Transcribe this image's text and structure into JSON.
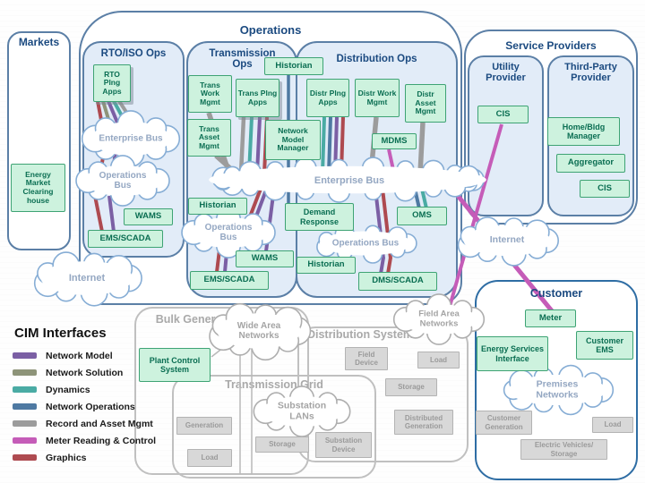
{
  "containers": {
    "markets": "Markets",
    "operations": "Operations",
    "rto_iso_ops": "RTO/ISO Ops",
    "transmission_ops": "Transmission Ops",
    "distribution_ops": "Distribution Ops",
    "service_providers": "Service Providers",
    "utility_provider": "Utility Provider",
    "third_party_provider": "Third-Party Provider",
    "customer": "Customer",
    "bulk_generation": "Bulk Generation",
    "transmission_grid": "Transmission Grid",
    "distribution_system": "Distribution System"
  },
  "apps": {
    "rto_plng_apps": "RTO Plng Apps",
    "energy_market_clearinghouse": "Energy Market Clearing house",
    "trans_work_mgmt": "Trans Work Mgmt",
    "trans_plng_apps": "Trans Plng Apps",
    "trans_asset_mgmt": "Trans Asset Mgmt",
    "network_model_manager": "Network Model Manager",
    "historian_top": "Historian",
    "historian_transmission": "Historian",
    "historian_distribution": "Historian",
    "distr_plng_apps": "Distr Plng Apps",
    "distr_work_mgmt": "Distr Work Mgmt",
    "distr_asset_mgmt": "Distr Asset Mgmt",
    "mdms": "MDMS",
    "wams_rto": "WAMS",
    "wams_transmission": "WAMS",
    "ems_scada_rto": "EMS/SCADA",
    "ems_scada_transmission": "EMS/SCADA",
    "dms_scada": "DMS/SCADA",
    "demand_response": "Demand Response",
    "oms": "OMS",
    "cis_utility": "CIS",
    "home_bldg_manager": "Home/Bldg Manager",
    "aggregator": "Aggregator",
    "cis_third_party": "CIS",
    "meter": "Meter",
    "customer_ems": "Customer EMS",
    "energy_services_interface": "Energy Services Interface",
    "plant_control_system": "Plant Control System"
  },
  "devices": {
    "field_device": "Field Device",
    "load_distribution": "Load",
    "storage_distribution": "Storage",
    "distributed_generation": "Distributed Generation",
    "generation": "Generation",
    "storage_transmission": "Storage",
    "load_transmission": "Load",
    "substation_device": "Substation Device",
    "customer_generation": "Customer Generation",
    "load_customer": "Load",
    "electric_vehicles_storage": "Electric Vehicles/ Storage"
  },
  "clouds": {
    "enterprise_bus_rto": "Enterprise Bus",
    "operations_bus_rto": "Operations Bus",
    "enterprise_bus_main": "Enterprise Bus",
    "operations_bus_transmission": "Operations Bus",
    "operations_bus_distribution": "Operations Bus",
    "internet_left": "Internet",
    "internet_right": "Internet",
    "wide_area_networks": "Wide Area Networks",
    "field_area_networks": "Field Area Networks",
    "substation_lans": "Substation LANs",
    "premises_networks": "Premises Networks"
  },
  "legend": {
    "title": "CIM Interfaces",
    "items": [
      {
        "label": "Network Model",
        "color": "#7b5fa4"
      },
      {
        "label": "Network Solution",
        "color": "#8e9479"
      },
      {
        "label": "Dynamics",
        "color": "#4aaba4"
      },
      {
        "label": "Network Operations",
        "color": "#4e79a2"
      },
      {
        "label": "Record and Asset Mgmt",
        "color": "#9c9c9c"
      },
      {
        "label": "Meter Reading & Control",
        "color": "#c55cb8"
      },
      {
        "label": "Graphics",
        "color": "#ae4a50"
      }
    ]
  }
}
